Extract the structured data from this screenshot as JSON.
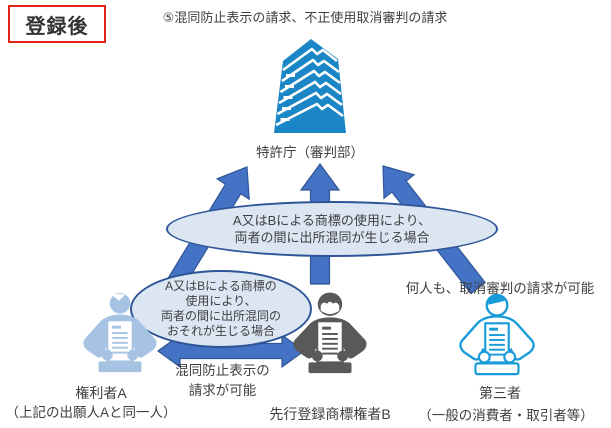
{
  "stage": {
    "label": "登録後"
  },
  "title": "⑤混同防止表示の請求、不正使用取消審判の請求",
  "patent_office": {
    "label": "特許庁（審判部）",
    "icon": "building-icon"
  },
  "callouts": {
    "confusion_occurs": "A又はBによる商標の使用により、\n両者の間に出所混同が生じる場合",
    "confusion_risk": "A又はBによる商標の\n使用により、\n両者の間に出所混同の\nおそれが生じる場合"
  },
  "annotations": {
    "anyone_can_request": "何人も、取消審判の請求が可能",
    "prevention_request": "混同防止表示の\n請求が可能"
  },
  "actors": {
    "holder_a": {
      "name": "権利者A",
      "note": "（上記の出願人Aと同一人）",
      "icon": "person-a-icon"
    },
    "holder_b": {
      "name": "先行登録商標権者B",
      "icon": "person-b-icon"
    },
    "third_party": {
      "name": "第三者",
      "note": "（一般の消費者・取引者等）",
      "icon": "person-c-icon"
    }
  },
  "colors": {
    "accent_red": "#e2231a",
    "building_blue": "#1b86c6",
    "arrow_blue": "#4472c4",
    "arrow_border": "#2f5597",
    "callout_fill": "#dce6f3",
    "callout_border": "#2e5597",
    "person_a_blue": "#a7c3e3",
    "person_b_gray": "#595959",
    "person_c_blue": "#189bd8",
    "text": "#3f3f3f"
  }
}
